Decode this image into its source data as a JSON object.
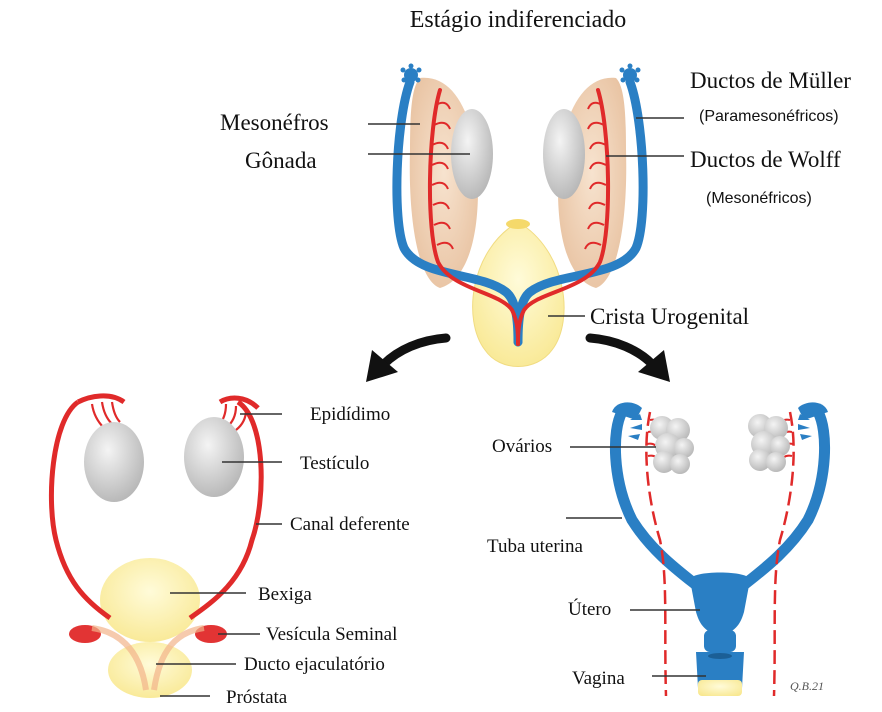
{
  "title": "Estágio indiferenciado",
  "colors": {
    "mullerian_blue": "#2a7fc4",
    "wolffian_red": "#e02a2a",
    "gonad_gray": "#c9c9c9",
    "mesonephros_tan": "#efd2b6",
    "urogenital_yellow": "#fbf0a8"
  },
  "indifferent_stage": {
    "labels": {
      "mesonefros": "Mesonéfros",
      "gonada": "Gônada",
      "muller_title": "Ductos de Müller",
      "muller_sub": "(Paramesonéfricos)",
      "wolff_title": "Ductos de Wolff",
      "wolff_sub": "(Mesonéfricos)",
      "crista": "Crista Urogenital"
    }
  },
  "male": {
    "labels": {
      "epididimo": "Epidídimo",
      "testiculo": "Testículo",
      "canal": "Canal deferente",
      "bexiga": "Bexiga",
      "vesicula": "Vesícula Seminal",
      "ducto": "Ducto ejaculatório",
      "prostata": "Próstata"
    }
  },
  "female": {
    "labels": {
      "ovarios": "Ovários",
      "tuba": "Tuba uterina",
      "utero": "Útero",
      "vagina": "Vagina"
    },
    "signature": "Q.B.21"
  },
  "arrows": [
    "arrow-left-icon",
    "arrow-right-icon"
  ]
}
